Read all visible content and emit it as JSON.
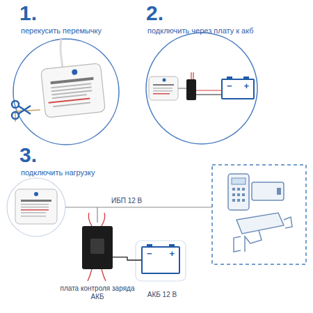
{
  "diagram": {
    "nodes": [
      {
        "text": [
          "−",
          "+"
        ]
      },
      {
        "text": [
          "плата контроля заряда АКБ"
        ]
      },
      {
        "text": [
          "−",
          "+",
          "АКБ 12 В"
        ]
      }
    ],
    "edges": [
      {
        "from": 1,
        "to": 2,
        "arrow": "none"
      }
    ],
    "labels": [
      "1.",
      "перекусить перемычку",
      "2.",
      "подключить через плату к акб",
      "3.",
      "подключить нагрузку",
      "ИБП 12 В"
    ]
  }
}
